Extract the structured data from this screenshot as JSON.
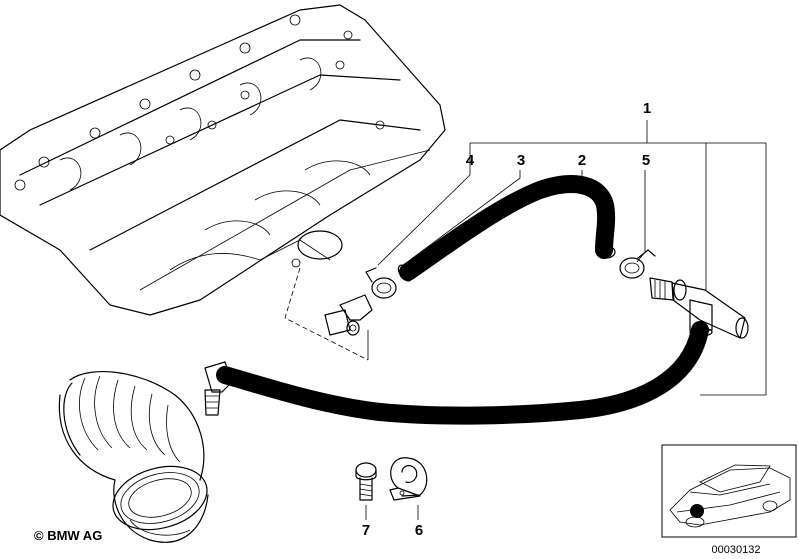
{
  "callouts": {
    "part1": "1",
    "part2": "2",
    "part3": "3",
    "part4": "4",
    "part5": "5",
    "part6": "6",
    "part7": "7"
  },
  "copyright": "© BMW AG",
  "reference_number": "00030132"
}
